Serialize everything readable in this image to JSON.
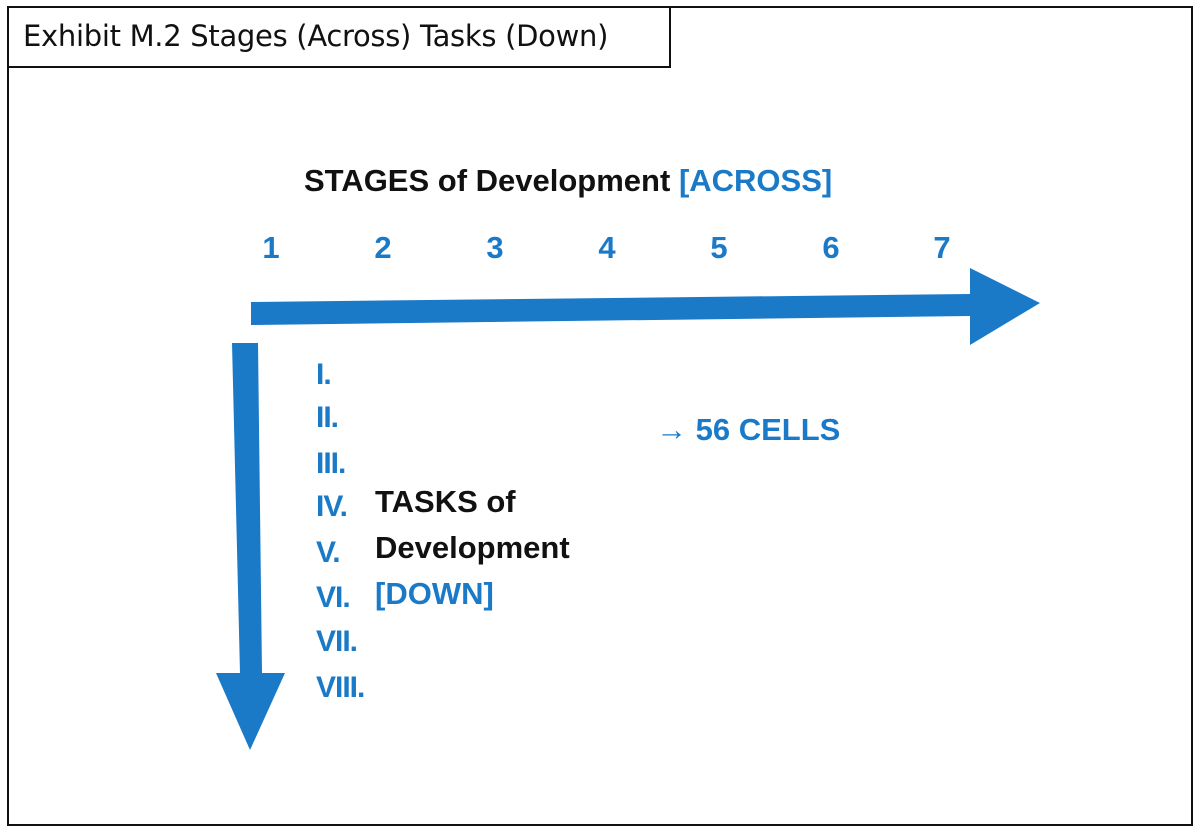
{
  "exhibit_title": "Exhibit M.2 Stages (Across) Tasks (Down)",
  "stages_heading": {
    "main": "STAGES of Development",
    "accent": "[ACROSS]"
  },
  "stages": [
    "1",
    "2",
    "3",
    "4",
    "5",
    "6",
    "7"
  ],
  "tasks": [
    "I.",
    "II.",
    "III.",
    "IV.",
    "V.",
    "VI.",
    "VII.",
    "VIII."
  ],
  "tasks_heading": {
    "line1": "TASKS of",
    "line2": "Development",
    "accent": "[DOWN]"
  },
  "cells_note": "→ 56 CELLS",
  "colors": {
    "accent": "#1a7ac8",
    "text": "#111111"
  }
}
